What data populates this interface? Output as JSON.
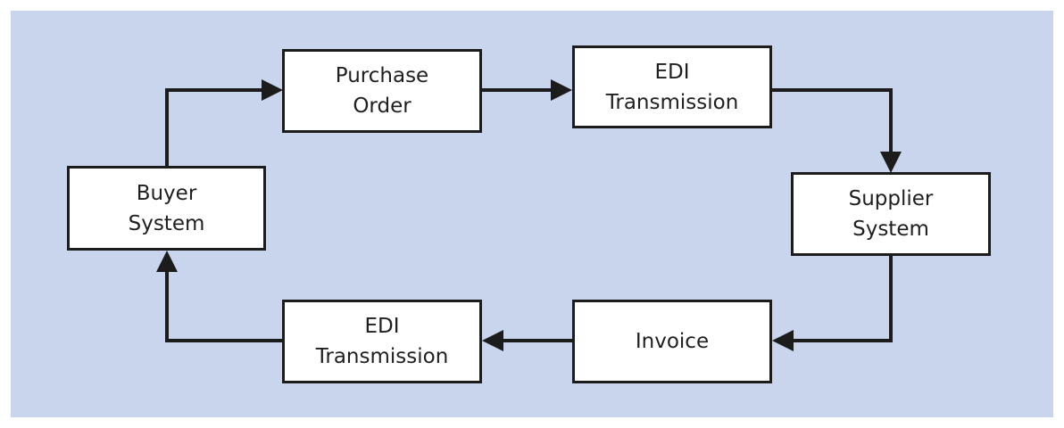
{
  "colors": {
    "background_panel": "#c9d5ec",
    "box_fill": "#ffffff",
    "stroke": "#1c1c1c"
  },
  "nodes": {
    "buyer_system": {
      "line1": "Buyer",
      "line2": "System"
    },
    "purchase_order": {
      "line1": "Purchase",
      "line2": "Order"
    },
    "edi_transmission_top": {
      "line1": "EDI",
      "line2": "Transmission"
    },
    "supplier_system": {
      "line1": "Supplier",
      "line2": "System"
    },
    "invoice": {
      "line1": "Invoice"
    },
    "edi_transmission_bottom": {
      "line1": "EDI",
      "line2": "Transmission"
    }
  },
  "edges": [
    {
      "from": "buyer_system",
      "to": "purchase_order"
    },
    {
      "from": "purchase_order",
      "to": "edi_transmission_top"
    },
    {
      "from": "edi_transmission_top",
      "to": "supplier_system"
    },
    {
      "from": "supplier_system",
      "to": "invoice"
    },
    {
      "from": "invoice",
      "to": "edi_transmission_bottom"
    },
    {
      "from": "edi_transmission_bottom",
      "to": "buyer_system"
    }
  ]
}
